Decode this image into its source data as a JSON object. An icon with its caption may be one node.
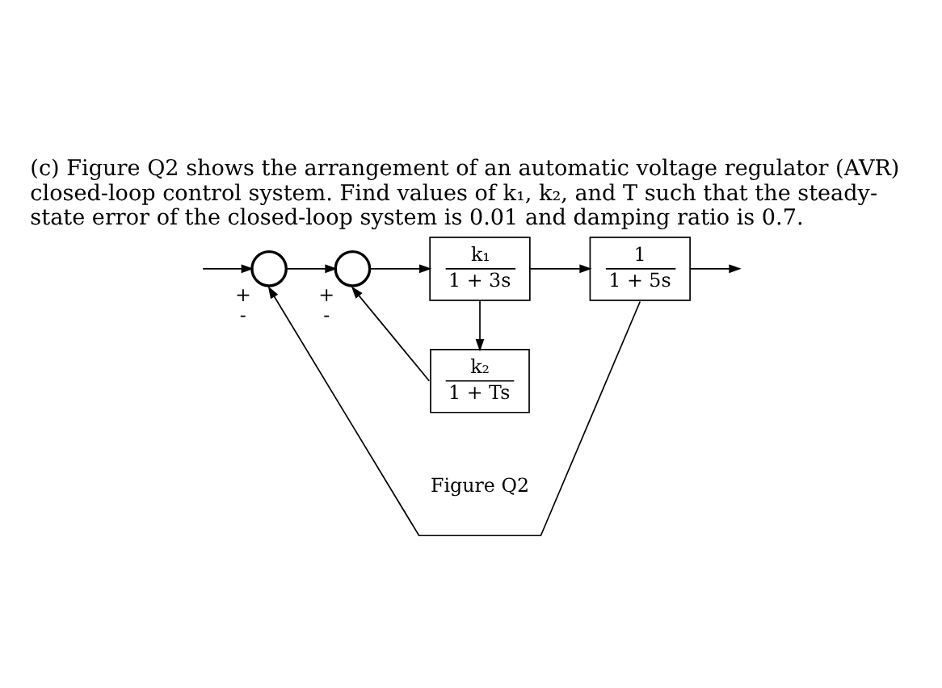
{
  "diagram": {
    "title": "(c) Figure Q2 shows the arrangement of an automatic voltage regulator (AVR) closed-loop control system. Find values of k₁, k₂, and T such that the steady-state error of the closed-loop system is 0.01 and damping ratio is 0.7.",
    "caption": "Figure Q2",
    "nodes": [
      {
        "text": [],
        "shape": "circle",
        "beside": [
          "+",
          "-"
        ]
      },
      {
        "text": [],
        "shape": "circle",
        "beside": [
          "+",
          "-"
        ]
      },
      {
        "text": [
          "k₁",
          "1 + 3s"
        ]
      },
      {
        "text": [
          "1",
          "1 + 5s"
        ]
      },
      {
        "text": [
          "k₂",
          "1 + Ts"
        ]
      }
    ],
    "edges": [
      {
        "from": null,
        "to": 0,
        "arrow": "to"
      },
      {
        "from": 0,
        "to": 1,
        "arrow": "to"
      },
      {
        "from": 1,
        "to": 2,
        "arrow": "to"
      },
      {
        "from": 2,
        "to": 3,
        "arrow": "to"
      },
      {
        "from": 3,
        "to": null,
        "arrow": "to"
      },
      {
        "from": 3,
        "to": 0,
        "arrow": "to"
      },
      {
        "from": 2,
        "to": 4,
        "arrow": "to"
      },
      {
        "from": 4,
        "to": 1,
        "arrow": "to"
      }
    ]
  }
}
